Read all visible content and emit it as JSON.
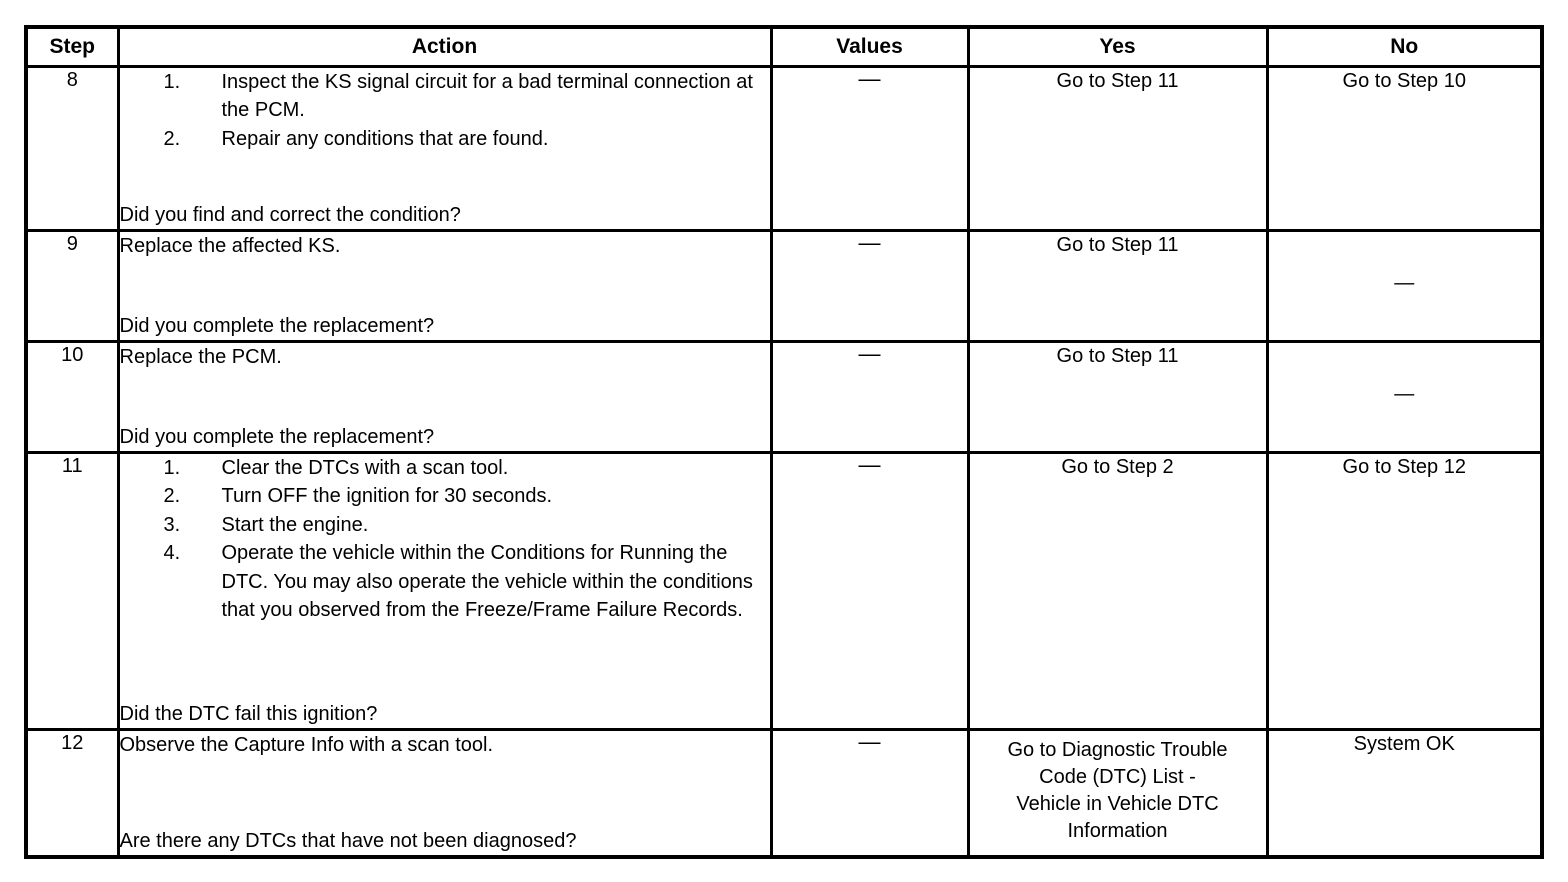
{
  "table": {
    "headers": {
      "step": "Step",
      "action": "Action",
      "values": "Values",
      "yes": "Yes",
      "no": "No"
    },
    "rows": [
      {
        "step": "8",
        "list": [
          {
            "num": "1.",
            "text": "Inspect the KS signal circuit for a bad terminal connection at the PCM."
          },
          {
            "num": "2.",
            "text": "Repair any conditions that are found."
          }
        ],
        "question": "Did you find and correct the condition?",
        "values": "—",
        "yes": "Go to Step 11",
        "no": "Go to Step 10"
      },
      {
        "step": "9",
        "intro": "Replace the affected KS.",
        "question": "Did you complete the replacement?",
        "values": "—",
        "yes": "Go to Step 11",
        "no": "—"
      },
      {
        "step": "10",
        "intro": "Replace the PCM.",
        "question": "Did you complete the replacement?",
        "values": "—",
        "yes": "Go to Step 11",
        "no": "—"
      },
      {
        "step": "11",
        "list": [
          {
            "num": "1.",
            "text": "Clear the DTCs with a scan tool."
          },
          {
            "num": "2.",
            "text": "Turn OFF the ignition for 30 seconds."
          },
          {
            "num": "3.",
            "text": "Start the engine."
          },
          {
            "num": "4.",
            "text": "Operate the vehicle within the Conditions for Running the DTC. You may also operate the vehicle within the conditions that you observed from the Freeze/Frame Failure Records."
          }
        ],
        "question": "Did the DTC fail this ignition?",
        "values": "—",
        "yes": "Go to Step 2",
        "no": "Go to Step 12"
      },
      {
        "step": "12",
        "intro": "Observe the Capture Info with a scan tool.",
        "question": "Are there any DTCs that have not been diagnosed?",
        "values": "—",
        "yes_lines": [
          "Go to Diagnostic Trouble",
          "Code (DTC) List -",
          "Vehicle in Vehicle DTC",
          "Information"
        ],
        "no": "System OK"
      }
    ]
  }
}
